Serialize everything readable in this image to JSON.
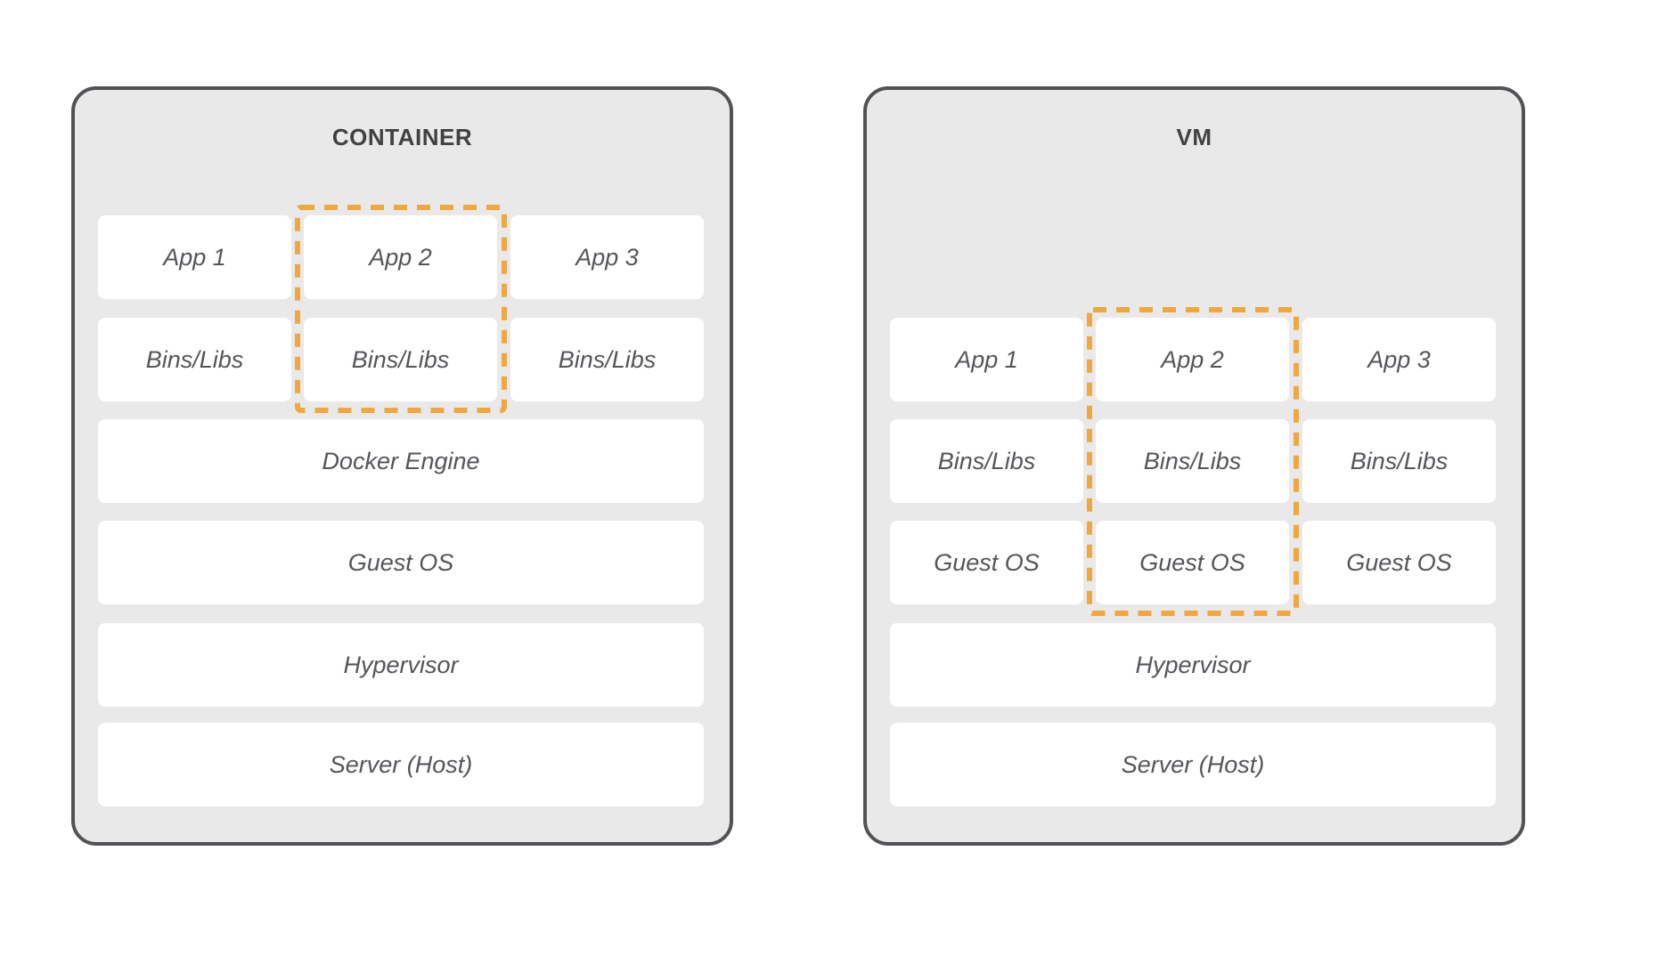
{
  "diagram": {
    "container": {
      "title": "CONTAINER",
      "apps": [
        "App 1",
        "App 2",
        "App 3"
      ],
      "bins": [
        "Bins/Libs",
        "Bins/Libs",
        "Bins/Libs"
      ],
      "engine": "Docker Engine",
      "guest_os": "Guest OS",
      "hypervisor": "Hypervisor",
      "server": "Server (Host)"
    },
    "vm": {
      "title": "VM",
      "apps": [
        "App 1",
        "App 2",
        "App 3"
      ],
      "bins": [
        "Bins/Libs",
        "Bins/Libs",
        "Bins/Libs"
      ],
      "guests": [
        "Guest OS",
        "Guest OS",
        "Guest OS"
      ],
      "hypervisor": "Hypervisor",
      "server": "Server (Host)"
    },
    "colors": {
      "highlight_dash": "#efa73e",
      "panel_bg": "#e9e9e9",
      "panel_border": "#515256",
      "box_bg": "#ffffff",
      "label_text": "#55565a",
      "title_text": "#414042"
    }
  }
}
